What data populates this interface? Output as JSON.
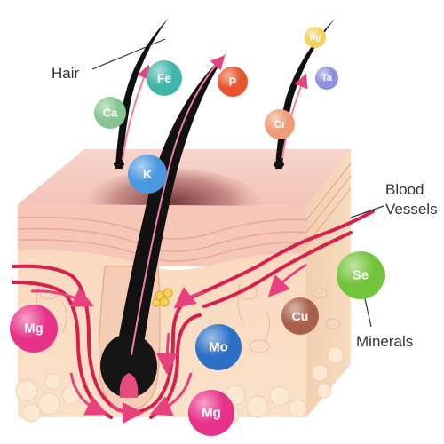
{
  "labels": {
    "hair": "Hair",
    "blood_vessels_line1": "Blood",
    "blood_vessels_line2": "Vessels",
    "minerals": "Minerals"
  },
  "minerals": [
    {
      "symbol": "Ng",
      "color": "#f2d25a"
    },
    {
      "symbol": "Ta",
      "color": "#8d8fe0"
    },
    {
      "symbol": "Fe",
      "color": "#3fb6a7"
    },
    {
      "symbol": "P",
      "color": "#e8552d"
    },
    {
      "symbol": "Ca",
      "color": "#86c58f"
    },
    {
      "symbol": "Cr",
      "color": "#f09a78"
    },
    {
      "symbol": "K",
      "color": "#4a98e0"
    },
    {
      "symbol": "Se",
      "color": "#72c43a"
    },
    {
      "symbol": "Cu",
      "color": "#a9604a"
    },
    {
      "symbol": "Mg",
      "color": "#e8328a"
    },
    {
      "symbol": "Mo",
      "color": "#2b6fc7"
    },
    {
      "symbol": "Mg",
      "color": "#e8328a"
    }
  ]
}
